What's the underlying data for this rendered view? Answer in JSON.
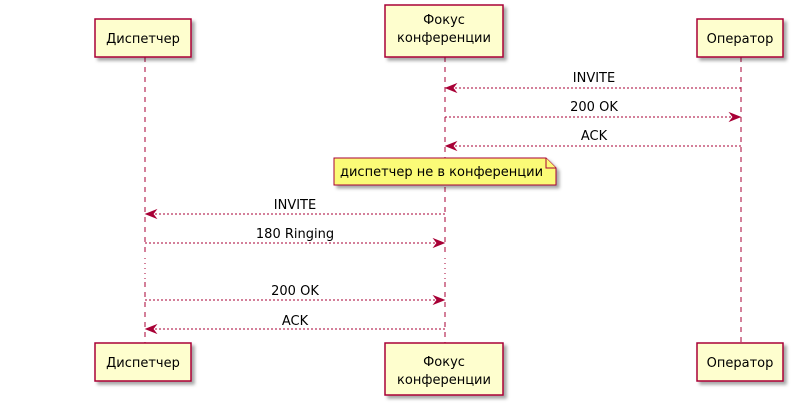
{
  "diagram": {
    "participants": [
      {
        "id": "dispatcher",
        "lines": [
          "Диспетчер"
        ]
      },
      {
        "id": "focus",
        "lines": [
          "Фокус",
          "конференции"
        ]
      },
      {
        "id": "operator",
        "lines": [
          "Оператор"
        ]
      }
    ],
    "messages": [
      {
        "from": "operator",
        "to": "focus",
        "label": "INVITE"
      },
      {
        "from": "focus",
        "to": "operator",
        "label": "200 OK"
      },
      {
        "from": "operator",
        "to": "focus",
        "label": "ACK"
      },
      {
        "from": "focus",
        "to": "dispatcher",
        "label": "INVITE"
      },
      {
        "from": "dispatcher",
        "to": "focus",
        "label": "180 Ringing"
      },
      {
        "from": "dispatcher",
        "to": "focus",
        "label": "200 OK"
      },
      {
        "from": "focus",
        "to": "dispatcher",
        "label": "ACK"
      }
    ],
    "note": {
      "over": "focus",
      "text": "диспетчер не в конференции"
    },
    "delay": {
      "after_message": 4
    }
  },
  "colors": {
    "border": "#A80036",
    "participant_fill": "#FEFECE",
    "note_fill": "#FBFB77"
  }
}
